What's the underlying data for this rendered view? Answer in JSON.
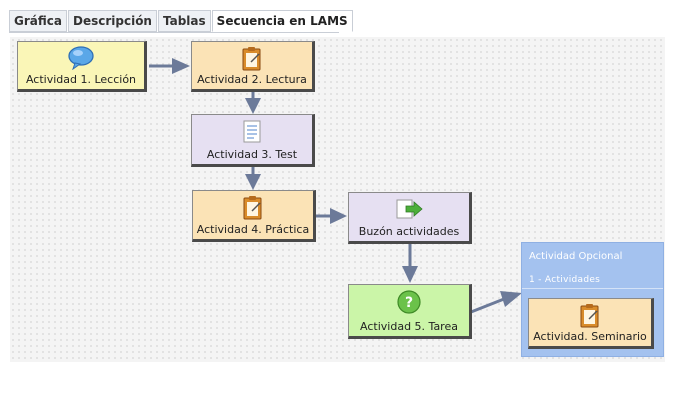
{
  "tabs": [
    {
      "label": "Gráfica"
    },
    {
      "label": "Descripción"
    },
    {
      "label": "Tablas"
    },
    {
      "label": "Secuencia en LAMS"
    }
  ],
  "active_tab": "Secuencia en LAMS",
  "activities": {
    "leccion": {
      "label": "Actividad 1. Lección",
      "icon": "speech-bubble-icon",
      "color": "#faf6b7"
    },
    "lectura": {
      "label": "Actividad 2. Lectura",
      "icon": "notepad-icon",
      "color": "#fbe3b6"
    },
    "test": {
      "label": "Actividad 3. Test",
      "icon": "checklist-icon",
      "color": "#e6e0f2"
    },
    "practica": {
      "label": "Actividad 4. Práctica",
      "icon": "notepad-icon",
      "color": "#fbe3b6"
    },
    "buzon": {
      "label": "Buzón actividades",
      "icon": "submit-arrow-icon",
      "color": "#e6e0f2"
    },
    "tarea": {
      "label": "Actividad 5. Tarea",
      "icon": "question-icon",
      "color": "#cbf5a8"
    },
    "seminario": {
      "label": "Actividad. Seminario",
      "icon": "notepad-icon",
      "color": "#fbe3b6"
    }
  },
  "optional_group": {
    "title": "Actividad Opcional",
    "subtitle": "1 - Actividades",
    "color": "#a4c2ef"
  },
  "flow_color": "#6c7a99"
}
